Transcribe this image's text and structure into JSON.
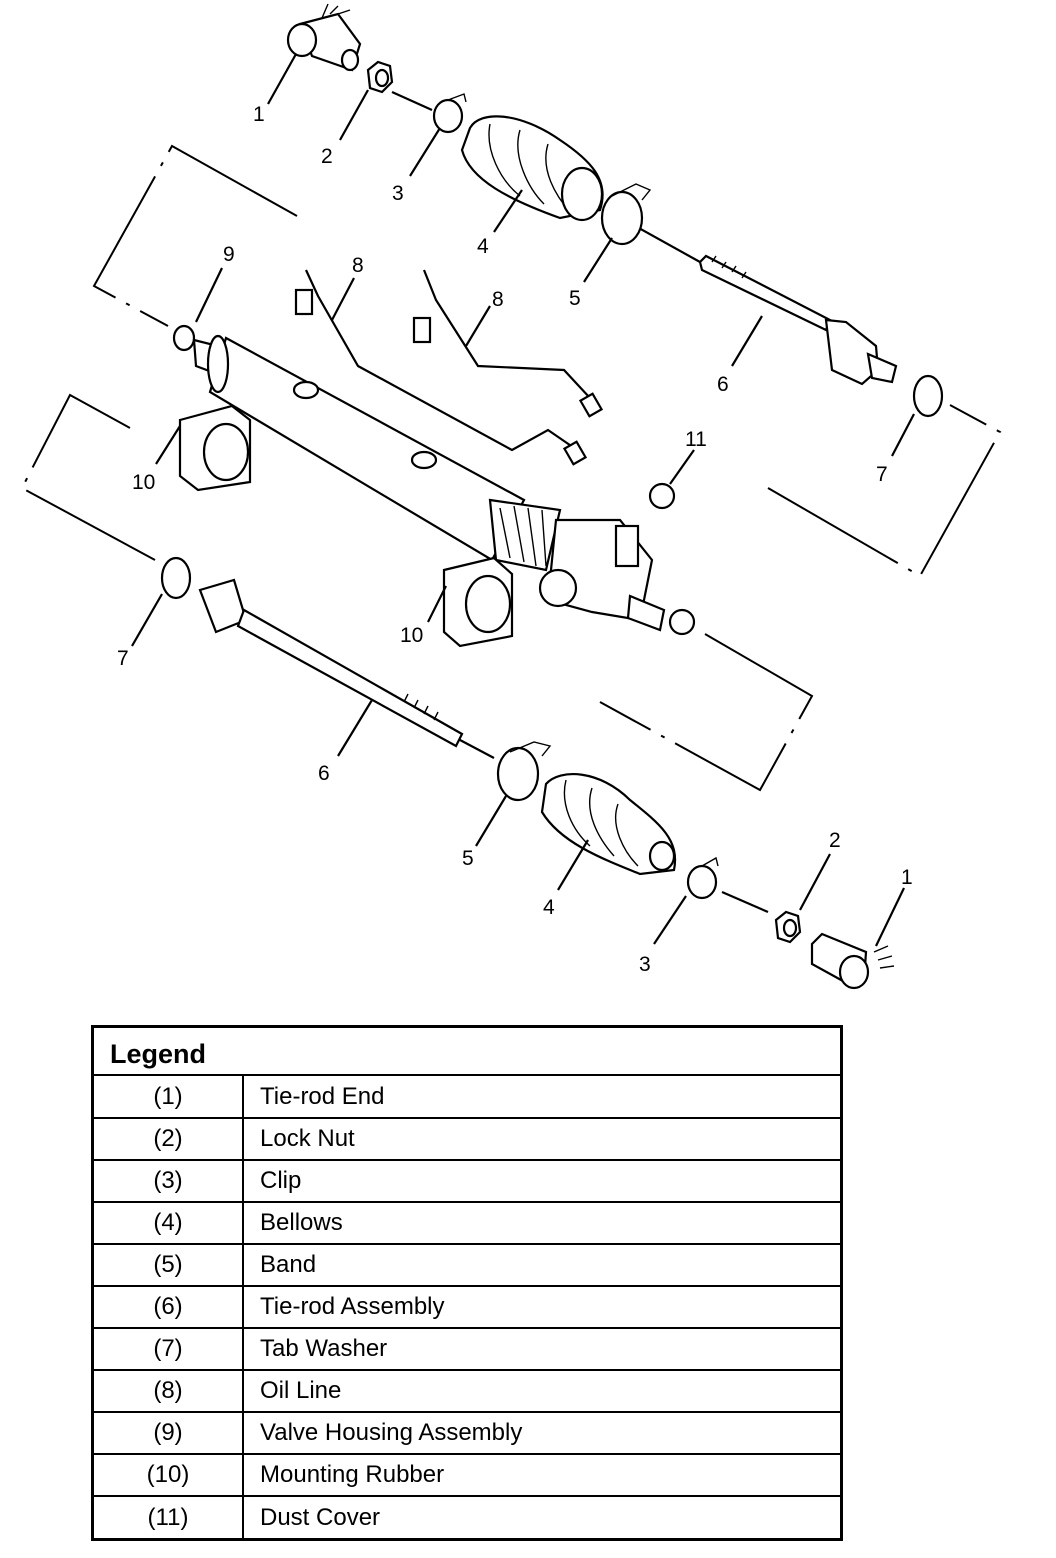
{
  "callouts": [
    "1",
    "2",
    "3",
    "4",
    "5",
    "6",
    "7",
    "8",
    "8",
    "9",
    "10",
    "10",
    "11",
    "7",
    "6",
    "5",
    "4",
    "3",
    "2",
    "1"
  ],
  "legend": {
    "title": "Legend",
    "rows": [
      {
        "num": "(1)",
        "label": "Tie-rod End"
      },
      {
        "num": "(2)",
        "label": "Lock Nut"
      },
      {
        "num": "(3)",
        "label": "Clip"
      },
      {
        "num": "(4)",
        "label": "Bellows"
      },
      {
        "num": "(5)",
        "label": "Band"
      },
      {
        "num": "(6)",
        "label": "Tie-rod Assembly"
      },
      {
        "num": "(7)",
        "label": "Tab Washer"
      },
      {
        "num": "(8)",
        "label": "Oil Line"
      },
      {
        "num": "(9)",
        "label": "Valve Housing Assembly"
      },
      {
        "num": "(10)",
        "label": "Mounting Rubber"
      },
      {
        "num": "(11)",
        "label": "Dust Cover"
      }
    ]
  }
}
